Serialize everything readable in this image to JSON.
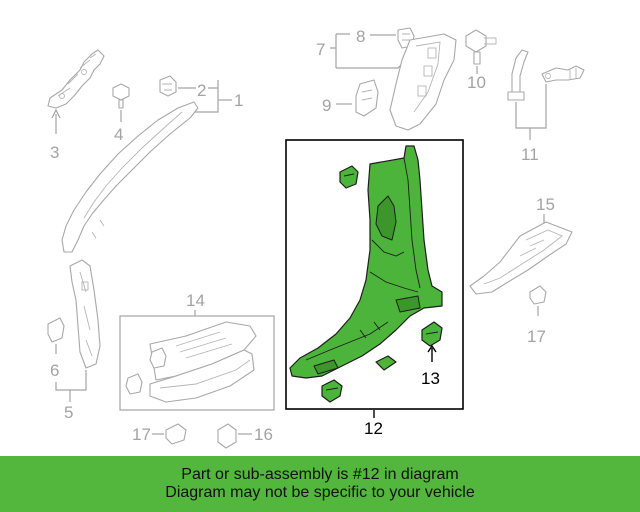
{
  "callouts": {
    "c1": "1",
    "c2": "2",
    "c3": "3",
    "c4": "4",
    "c5": "5",
    "c6": "6",
    "c7": "7",
    "c8": "8",
    "c9": "9",
    "c10": "10",
    "c11": "11",
    "c12": "12",
    "c13": "13",
    "c14": "14",
    "c15": "15",
    "c16": "16",
    "c17a": "17",
    "c17b": "17"
  },
  "banner": {
    "line1": "Part or sub-assembly is #12 in diagram",
    "line2": "Diagram may not be specific to your vehicle"
  },
  "colors": {
    "highlight": "#4cb43a",
    "banner": "#52b73c",
    "inactive": "#a3a3a3"
  }
}
